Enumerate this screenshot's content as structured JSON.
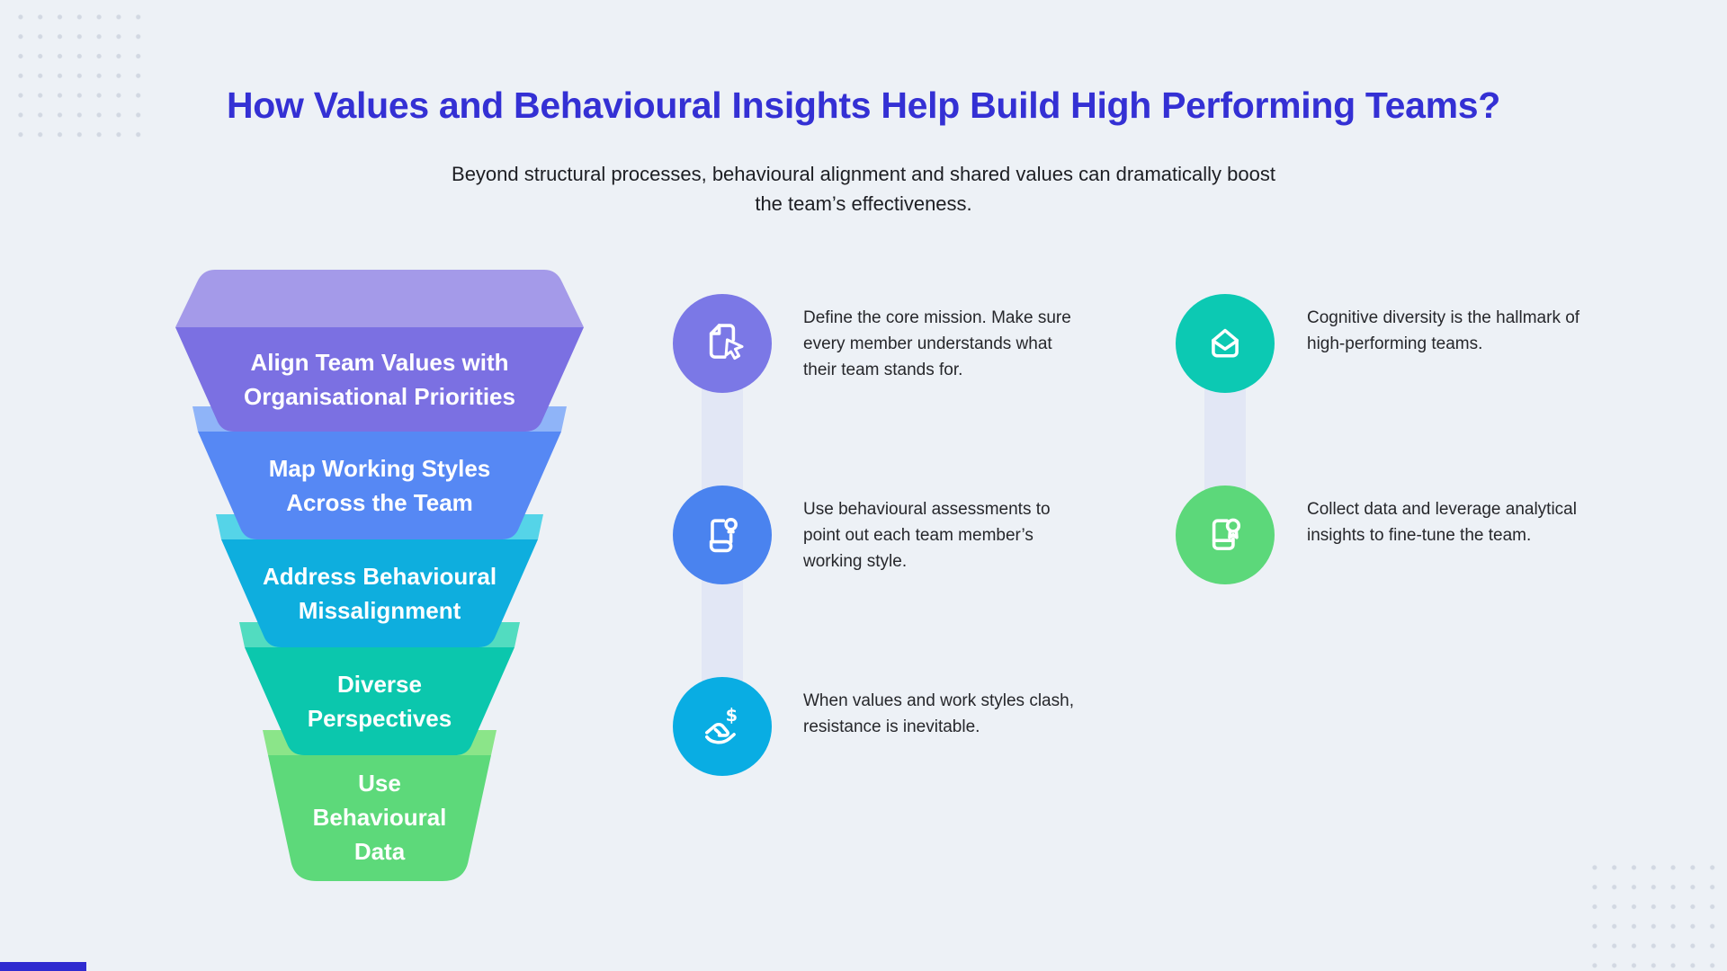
{
  "page": {
    "title": "How Values and Behavioural Insights Help Build High Performing Teams?",
    "subtitle": "Beyond structural processes, behavioural alignment and shared values can dramatically boost\nthe team’s effectiveness."
  },
  "brand": {
    "title_color": "#3430d4",
    "background": "#edf1f6",
    "corner_bar_color": "#2f2bd0",
    "connector_color": "#e2e7f5",
    "dot_color": "#d2d8e2",
    "text_color": "#26272b"
  },
  "funnel": {
    "levels": [
      {
        "label": "Align Team Values with\nOrganisational Priorities",
        "face_color": "#7b70e2",
        "lip_color": "#a49ae9"
      },
      {
        "label": "Map Working Styles\nAcross the Team",
        "face_color": "#5688f4",
        "lip_color": "#8fb4f8"
      },
      {
        "label": "Address Behavioural\nMissalignment",
        "face_color": "#0eaede",
        "lip_color": "#55d4e8"
      },
      {
        "label": "Diverse\nPerspectives",
        "face_color": "#0bc7ad",
        "lip_color": "#52dcc0"
      },
      {
        "label": "Use\nBehavioural\nData",
        "face_color": "#5dd97a",
        "lip_color": "#8be589"
      }
    ]
  },
  "callouts": {
    "middle": [
      {
        "icon": "document-cursor-icon",
        "color": "#7b78e6",
        "text": "Define the core mission. Make sure\nevery member understands what\ntheir team stands for."
      },
      {
        "icon": "scroll-lightbulb-icon",
        "color": "#4a83ef",
        "text": "Use behavioural assessments to\npoint out each team member’s\nworking style."
      },
      {
        "icon": "hand-dollar-icon",
        "color": "#09ade3",
        "text": "When values and work styles clash,\nresistance is inevitable.",
        "dollar_glyph": "$"
      }
    ],
    "right": [
      {
        "icon": "open-envelope-icon",
        "color": "#0cc9b3",
        "text": "Cognitive diversity is the hallmark of\nhigh-performing teams."
      },
      {
        "icon": "book-award-icon",
        "color": "#5cd87a",
        "text": "Collect data and leverage analytical\ninsights to fine-tune the team."
      }
    ]
  }
}
